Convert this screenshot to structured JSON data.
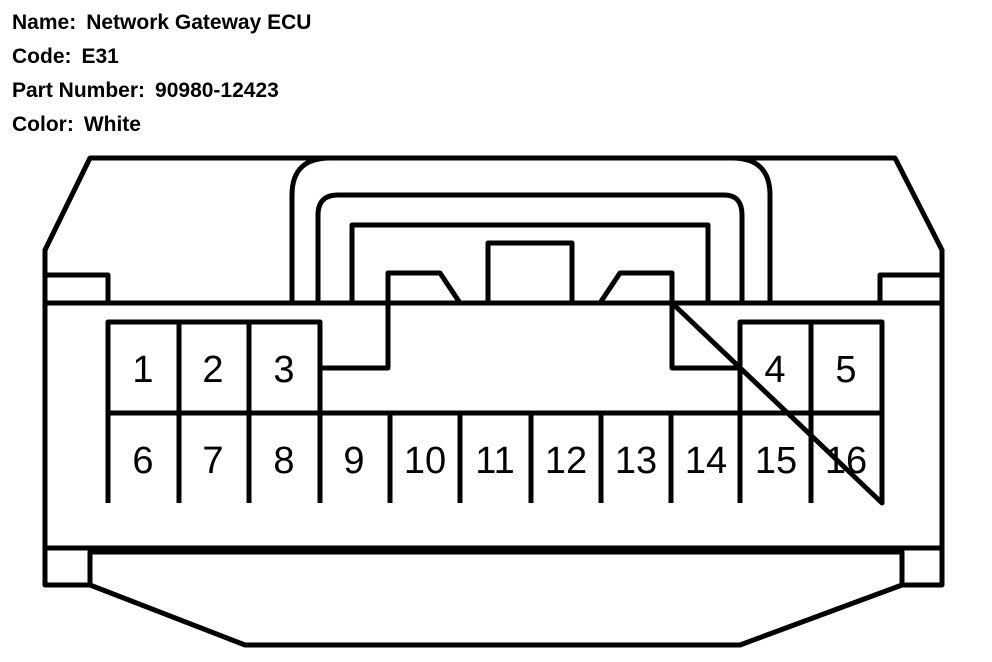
{
  "header": {
    "name_label": "Name:",
    "name_value": "Network Gateway ECU",
    "code_label": "Code:",
    "code_value": "E31",
    "part_label": "Part Number:",
    "part_value": "90980-12423",
    "color_label": "Color:",
    "color_value": "White"
  },
  "pins": {
    "top_row": [
      "1",
      "2",
      "3",
      "4",
      "5"
    ],
    "bottom_row": [
      "6",
      "7",
      "8",
      "9",
      "10",
      "11",
      "12",
      "13",
      "14",
      "15",
      "16"
    ]
  }
}
